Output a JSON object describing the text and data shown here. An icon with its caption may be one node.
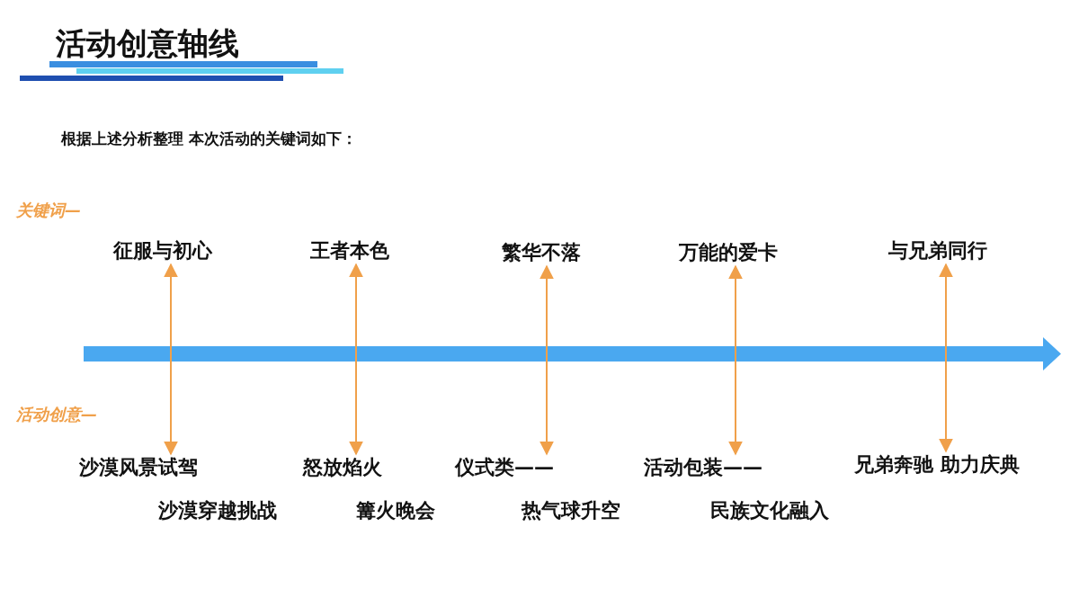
{
  "diagram": {
    "title": "活动创意轴线",
    "nodes": [
      {
        "text": [
          "征服与初心"
        ]
      },
      {
        "text": [
          "王者本色"
        ]
      },
      {
        "text": [
          "繁华不落"
        ]
      },
      {
        "text": [
          "万能的爱卡"
        ]
      },
      {
        "text": [
          "与兄弟同行"
        ]
      },
      {
        "text": [
          "沙漠风景试驾"
        ]
      },
      {
        "text": [
          "怒放焰火"
        ]
      },
      {
        "text": [
          "仪式类——"
        ]
      },
      {
        "text": [
          "活动包装——"
        ]
      },
      {
        "text": [
          "兄弟奔驰 助力庆典"
        ]
      },
      {
        "text": [
          "沙漠穿越挑战"
        ]
      },
      {
        "text": [
          "篝火晚会"
        ]
      },
      {
        "text": [
          "热气球升空"
        ]
      },
      {
        "text": [
          "民族文化融入"
        ]
      }
    ],
    "edges": [
      {
        "from": 0,
        "to": 5,
        "arrow": "both",
        "color": "#f0a04a"
      },
      {
        "from": 1,
        "to": 6,
        "arrow": "both",
        "color": "#f0a04a"
      },
      {
        "from": 2,
        "to": 7,
        "arrow": "both",
        "color": "#f0a04a"
      },
      {
        "from": 3,
        "to": 8,
        "arrow": "both",
        "color": "#f0a04a"
      },
      {
        "from": 4,
        "to": 9,
        "arrow": "both",
        "color": "#f0a04a"
      }
    ],
    "labels": [
      "根据上述分析整理 本次活动的关键词如下：",
      "关键词—",
      "活动创意—"
    ]
  }
}
